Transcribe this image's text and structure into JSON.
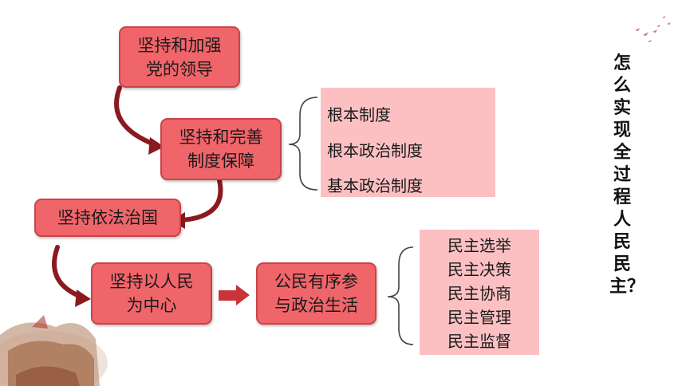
{
  "nodes": {
    "n1": "坚持和加强\n党的领导",
    "n2": "坚持和完善\n制度保障",
    "n3": "坚持依法治国",
    "n4": "坚持以人民\n为中心",
    "n5": "公民有序参\n与政治生活"
  },
  "systems": [
    "根本制度",
    "根本政治制度",
    "基本政治制度"
  ],
  "democracy": [
    "民主选举",
    "民主决策",
    "民主协商",
    "民主管理",
    "民主监督"
  ],
  "side_title": "怎么实现全过程人民民主？",
  "colors": {
    "box_fill": "#f0656a",
    "box_border": "#c9434a",
    "list_fill": "#fcc0c3",
    "arrow": "#8b1a1e"
  }
}
